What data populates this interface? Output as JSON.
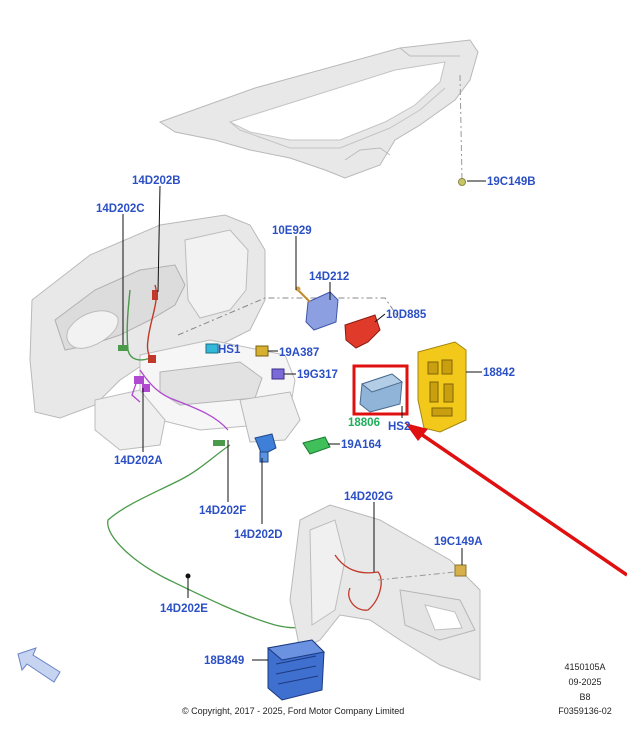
{
  "labels": {
    "p14D202B": "14D202B",
    "p14D202C": "14D202C",
    "p10E929": "10E929",
    "p14D212": "14D212",
    "p10D885": "10D885",
    "pHS1": "HS1",
    "p19A387": "19A387",
    "p19G317": "19G317",
    "p18842": "18842",
    "p18806": "18806",
    "pHS2": "HS2",
    "p19A164": "19A164",
    "p14D202A": "14D202A",
    "p14D202F": "14D202F",
    "p14D202D": "14D202D",
    "p14D202G": "14D202G",
    "p19C149A": "19C149A",
    "p19C149B": "19C149B",
    "p14D202E": "14D202E",
    "p18B849": "18B849"
  },
  "footer": {
    "copyright": "© Copyright, 2017 - 2025, Ford Motor Company Limited",
    "ref_code": "4150105A",
    "date": "09-2025",
    "rev": "B8",
    "figure_id": "F0359136-02"
  },
  "colors": {
    "label_blue": "#2b4fc4",
    "label_green": "#1fae5a",
    "highlight_red": "#e01010",
    "harness_green": "#4a9a4a",
    "harness_red": "#c0392b",
    "harness_purple": "#b04ad0",
    "module_yellow": "#f2c81a",
    "module_blue": "#3f6fcf"
  }
}
